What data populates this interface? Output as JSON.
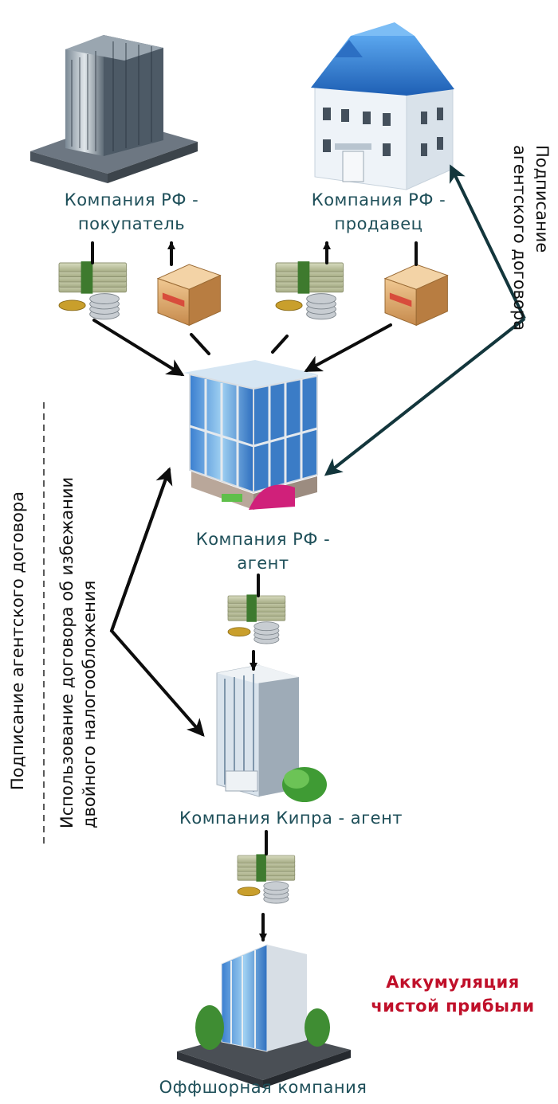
{
  "nodes": {
    "buyer": {
      "line1": "Компания РФ -",
      "line2": "покупатель"
    },
    "seller": {
      "line1": "Компания РФ -",
      "line2": "продавец"
    },
    "agent_rf": {
      "line1": "Компания РФ -",
      "line2": "агент"
    },
    "agent_cy": {
      "line1": "Компания Кипра - агент"
    },
    "offshore": {
      "line1": "Оффшорная компания"
    }
  },
  "notes": {
    "accumulation": {
      "line1": "Аккумуляция",
      "line2": "чистой прибыли"
    },
    "right_vertical": {
      "line1": "Подписание",
      "line2": "агентского договора"
    },
    "left_vertical_a": {
      "line1": "Подписание агентского договора"
    },
    "left_vertical_b": {
      "line1": "Использование договора об избежании",
      "line2": "двойного налогообложения"
    }
  },
  "colors": {
    "label": "#1e4f59",
    "accent": "#c0102a",
    "arrow": "#0d0d0d",
    "right_arrow": "#13363c"
  },
  "icons": [
    "office-tower-icon",
    "house-icon",
    "money-stack-icon",
    "cargo-box-icon",
    "glass-building-icon",
    "skyscraper-icon",
    "offshore-building-icon"
  ]
}
